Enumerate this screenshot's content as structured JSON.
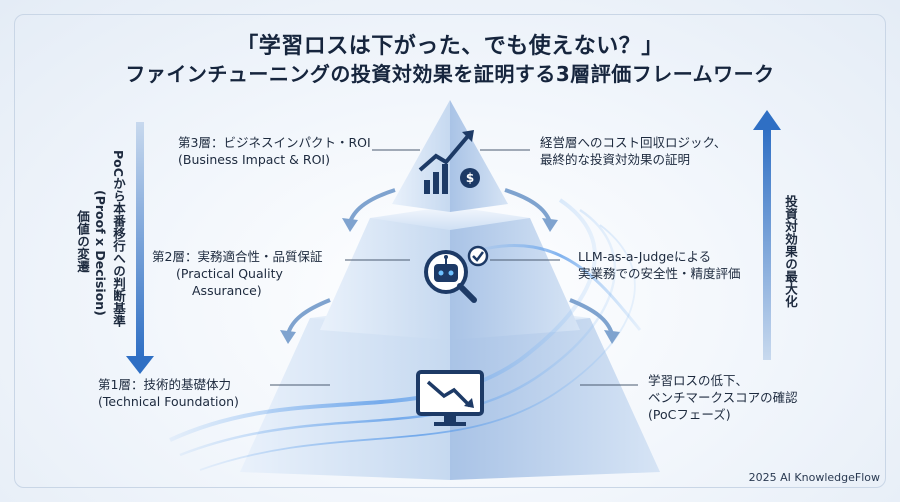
{
  "title": {
    "line1": "「学習ロスは下がった、でも使えない？」",
    "line2": "ファインチューニングの投資対効果を証明する3層評価フレームワーク"
  },
  "layers": [
    {
      "name_jp": "第3層：ビジネスインパクト・ROI",
      "name_en": "(Business Impact & ROI)",
      "desc_line1": "経営層へのコスト回収ロジック、",
      "desc_line2": "最終的な投資対効果の証明",
      "icon": "money-trend-icon"
    },
    {
      "name_jp": "第2層：実務適合性・品質保証",
      "name_en_line1": "(Practical Quality",
      "name_en_line2": "Assurance)",
      "desc_line1": "LLM-as-a-Judgeによる",
      "desc_line2": "実業務での安全性・精度評価",
      "icon": "robot-magnifier-icon"
    },
    {
      "name_jp": "第1層：技術的基礎体力",
      "name_en": "(Technical Foundation)",
      "desc_line1": "学習ロスの低下、",
      "desc_line2": "ベンチマークスコアの確認",
      "desc_line3": "(PoCフェーズ)",
      "icon": "monitor-down-trend-icon"
    }
  ],
  "left_axis": {
    "col1": "PoCから本番移行への判断基準",
    "col2": "(Proof x Decision)",
    "col3": "価値の変遷"
  },
  "right_axis": {
    "label": "投資対効果の最大化"
  },
  "footer": "2025 AI KnowledgeFlow",
  "colors": {
    "accent": "#2f6fc4",
    "dark_text": "#16253d",
    "pyramid_light": "#dce9f8",
    "pyramid_mid": "#b7cfec"
  }
}
